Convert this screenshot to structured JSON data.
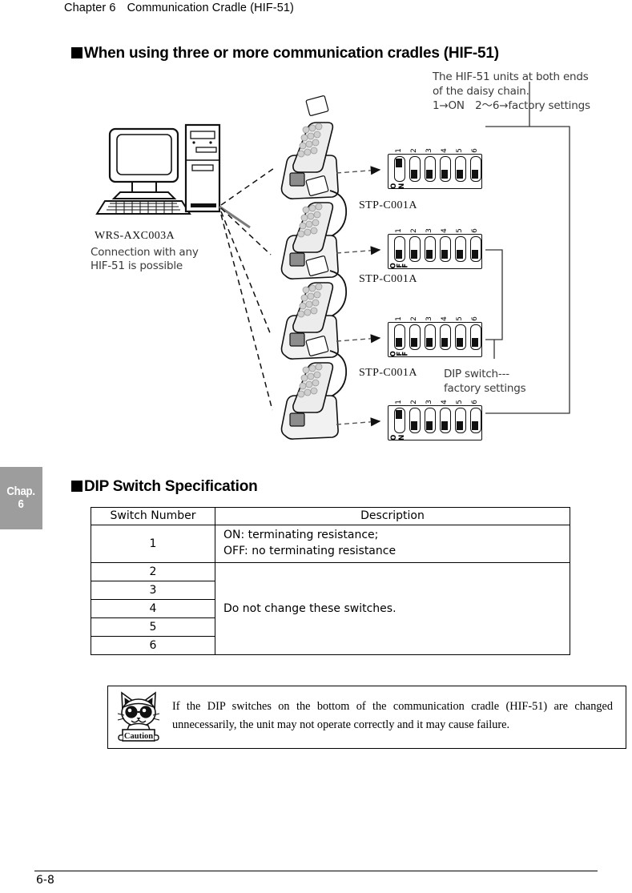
{
  "header": {
    "chapter": "Chapter 6",
    "title": "Communication Cradle (HIF-51)"
  },
  "chapter_tab": {
    "line1": "Chap.",
    "line2": "6"
  },
  "sections": {
    "cradles_heading": "When using three or more communication cradles (HIF-51)",
    "dip_spec_heading": "DIP Switch Specification"
  },
  "figure": {
    "annotation_both_ends": {
      "line1": "The HIF-51 units at both ends",
      "line2": "of the daisy chain.",
      "line3": "1→ON　2～6→factory settings"
    },
    "annotation_wrs": "WRS-AXC003A",
    "annotation_connection": {
      "line1": "Connection with any",
      "line2": "HIF-51 is possible"
    },
    "cable_labels": [
      "STP-C001A",
      "STP-C001A",
      "STP-C001A"
    ],
    "annotation_dip_factory": {
      "line1": "DIP switch---",
      "line2": "factory settings"
    },
    "dip_switch_numbers": [
      "1",
      "2",
      "3",
      "4",
      "5",
      "6"
    ],
    "dip_switch_on_label": "ON",
    "dip_switch_off_label": "OFF",
    "dip_blocks": [
      {
        "name": "top-unit",
        "states": [
          "on",
          "off",
          "off",
          "off",
          "off",
          "off"
        ]
      },
      {
        "name": "second-unit",
        "states": [
          "off",
          "off",
          "off",
          "off",
          "off",
          "off"
        ]
      },
      {
        "name": "third-unit",
        "states": [
          "off",
          "off",
          "off",
          "off",
          "off",
          "off"
        ]
      },
      {
        "name": "bottom-unit",
        "states": [
          "on",
          "off",
          "off",
          "off",
          "off",
          "off"
        ]
      }
    ]
  },
  "table": {
    "headers": [
      "Switch Number",
      "Description"
    ],
    "row1": {
      "number": "1",
      "desc_line1": "ON: terminating resistance;",
      "desc_line2": "OFF: no terminating resistance"
    },
    "rows_2_6": {
      "numbers": [
        "2",
        "3",
        "4",
        "5",
        "6"
      ],
      "description": "Do not change these switches."
    }
  },
  "caution": {
    "icon_label": "Caution",
    "text": "If the DIP switches on the bottom of the communication cradle (HIF-51) are changed unnecessarily, the unit may not operate correctly and it may cause failure."
  },
  "footer": {
    "page_number": "6-8"
  }
}
